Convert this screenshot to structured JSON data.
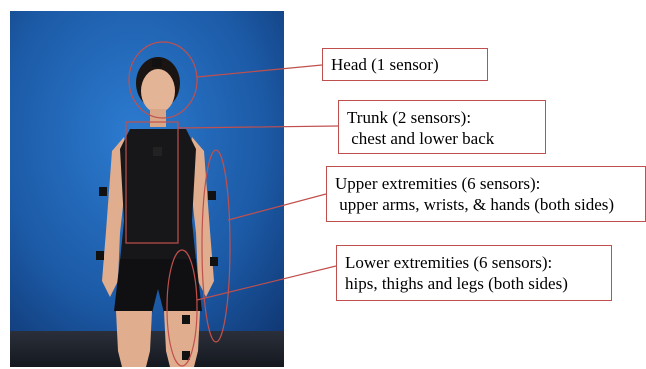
{
  "labels": {
    "head": {
      "line1": "Head (1 sensor)"
    },
    "trunk": {
      "line1": "Trunk (2 sensors):",
      "line2": " chest and lower back"
    },
    "upper": {
      "line1": "Upper extremities (6 sensors):",
      "line2": " upper arms, wrists, & hands (both sides)"
    },
    "lower": {
      "line1": "Lower extremities (6 sensors):",
      "line2": "hips, thighs and legs (both sides)"
    }
  },
  "colors": {
    "annotation": "#c0504d",
    "background": "#1f5fa8"
  }
}
